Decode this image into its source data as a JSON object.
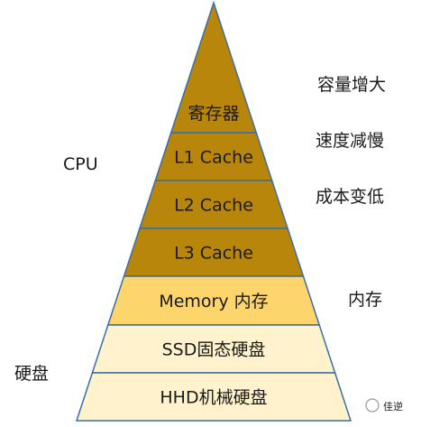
{
  "diagram": {
    "layers": [
      {
        "label": "寄存器",
        "fill": "#b8860b"
      },
      {
        "label": "L1 Cache",
        "fill": "#b8860b"
      },
      {
        "label": "L2 Cache",
        "fill": "#b8860b"
      },
      {
        "label": "L3 Cache",
        "fill": "#b8860b"
      },
      {
        "label": "Memory 内存",
        "fill": "#fdd56c"
      },
      {
        "label": "SSD固态硬盘",
        "fill": "#fff2cc"
      },
      {
        "label": "HHD机械硬盘",
        "fill": "#fff2cc"
      }
    ],
    "left_labels": {
      "cpu": "CPU",
      "disk": "硬盘"
    },
    "right_labels": {
      "capacity": "容量增大",
      "speed": "速度减慢",
      "cost": "成本变低",
      "memory": "内存"
    },
    "watermark": "佳逆",
    "colors": {
      "stroke": "#3a6ea5",
      "text": "#1a1a1a"
    }
  }
}
